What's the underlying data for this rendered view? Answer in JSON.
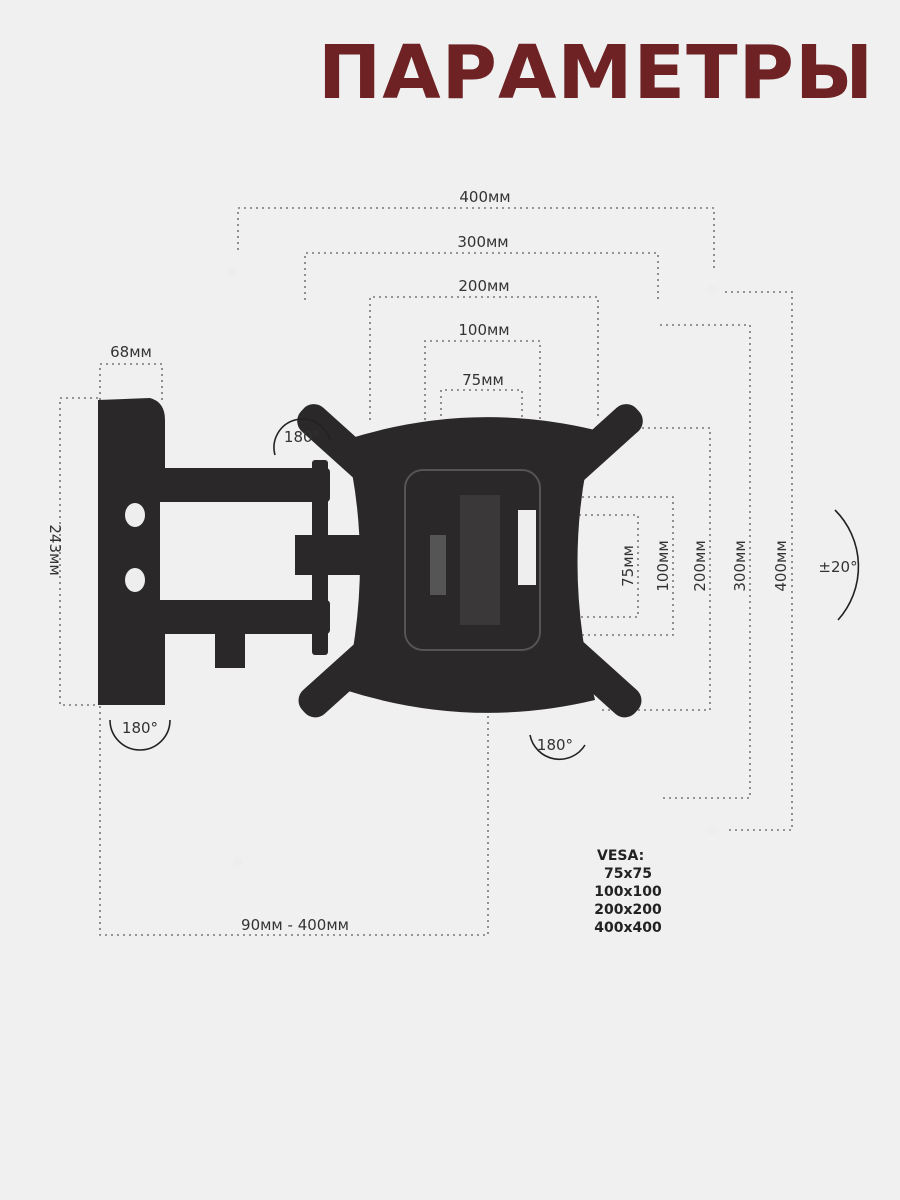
{
  "title": "ПАРАМЕТРЫ",
  "horizontal_dims": [
    "400мм",
    "300мм",
    "200мм",
    "100мм",
    "75мм"
  ],
  "vertical_dims": [
    "75мм",
    "100мм",
    "200мм",
    "300мм",
    "400мм"
  ],
  "wall_plate": {
    "width": "68мм",
    "height": "243мм"
  },
  "extension": "90мм - 400мм",
  "rotations": {
    "arm_top": "180°",
    "wall": "180°",
    "plate": "180°",
    "tilt": "±20°"
  },
  "vesa": {
    "label": "VESA:",
    "sizes": [
      "75x75",
      "100x100",
      "200x200",
      "400x400"
    ]
  }
}
